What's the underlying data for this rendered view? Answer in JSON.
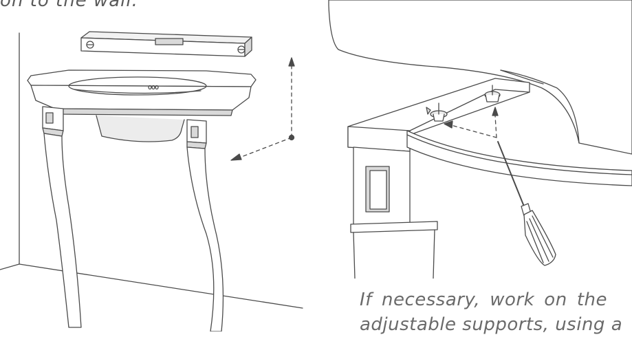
{
  "captions": {
    "top_fragment": "on to the wall.",
    "bottom_line1": "If necessary, work on the",
    "bottom_line2": "adjustable supports, using a"
  },
  "colors": {
    "line": "#4a4a4a",
    "shade": "#d9d9d9",
    "light_shade": "#ececec",
    "text": "#6a6a6a"
  },
  "icons": {
    "left": "console-sink-with-spirit-level-illustration",
    "right": "adjustable-support-screwdriver-illustration"
  }
}
